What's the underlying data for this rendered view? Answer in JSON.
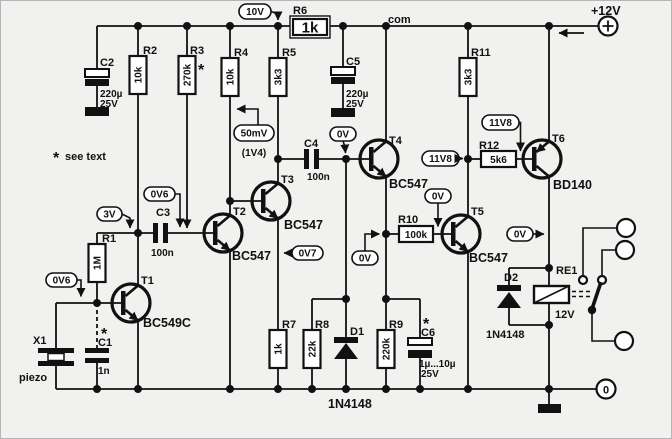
{
  "schematic": {
    "colors": {
      "background": "#f1f1ef",
      "ink": "#111111"
    },
    "annotations": {
      "supply": "+12V",
      "common": "com",
      "ground_terminal": "0",
      "see_text_star": "*",
      "see_text": "see text"
    },
    "components": {
      "x1": {
        "ref": "X1",
        "type_label": "piezo"
      },
      "c1": {
        "ref": "C1",
        "value": "1n",
        "star": "*"
      },
      "c2": {
        "ref": "C2",
        "value": "220µ",
        "voltage": "25V"
      },
      "c3": {
        "ref": "C3",
        "value": "100n"
      },
      "c4": {
        "ref": "C4",
        "value": "100n"
      },
      "c5": {
        "ref": "C5",
        "value": "220µ",
        "voltage": "25V"
      },
      "c6": {
        "ref": "C6",
        "value": "1µ...10µ",
        "voltage": "25V",
        "star": "*"
      },
      "r1": {
        "ref": "R1",
        "value": "1M"
      },
      "r2": {
        "ref": "R2",
        "value": "10k"
      },
      "r3": {
        "ref": "R3",
        "value": "270k",
        "star": "*"
      },
      "r4": {
        "ref": "R4",
        "value": "10k"
      },
      "r5": {
        "ref": "R5",
        "value": "3k3"
      },
      "r6": {
        "ref": "R6",
        "value": "1k"
      },
      "r7": {
        "ref": "R7",
        "value": "1k"
      },
      "r8": {
        "ref": "R8",
        "value": "22k"
      },
      "r9": {
        "ref": "R9",
        "value": "220k"
      },
      "r10": {
        "ref": "R10",
        "value": "100k"
      },
      "r11": {
        "ref": "R11",
        "value": "3k3"
      },
      "r12": {
        "ref": "R12",
        "value": "5k6"
      },
      "t1": {
        "ref": "T1",
        "part": "BC549C"
      },
      "t2": {
        "ref": "T2",
        "part": "BC547"
      },
      "t3": {
        "ref": "T3",
        "part": "BC547"
      },
      "t4": {
        "ref": "T4",
        "part": "BC547"
      },
      "t5": {
        "ref": "T5",
        "part": "BC547"
      },
      "t6": {
        "ref": "T6",
        "part": "BD140"
      },
      "d1": {
        "ref": "D1",
        "part": "1N4148"
      },
      "d2": {
        "ref": "D2",
        "part": "1N4148"
      },
      "re1": {
        "ref": "RE1",
        "value": "12V"
      }
    },
    "testpoints": {
      "tp_10v": "10V",
      "tp_50mv": "50mV",
      "tp_1v4": "(1V4)",
      "tp_3v": "3V",
      "tp_0v6_t1": "0V6",
      "tp_0v6_t2": "0V6",
      "tp_0v7": "0V7",
      "tp_0v_t4b": "0V",
      "tp_0v_t4e": "0V",
      "tp_0v_t5": "0V",
      "tp_0v_t6": "0V",
      "tp_11v8_a": "11V8",
      "tp_11v8_b": "11V8"
    }
  }
}
